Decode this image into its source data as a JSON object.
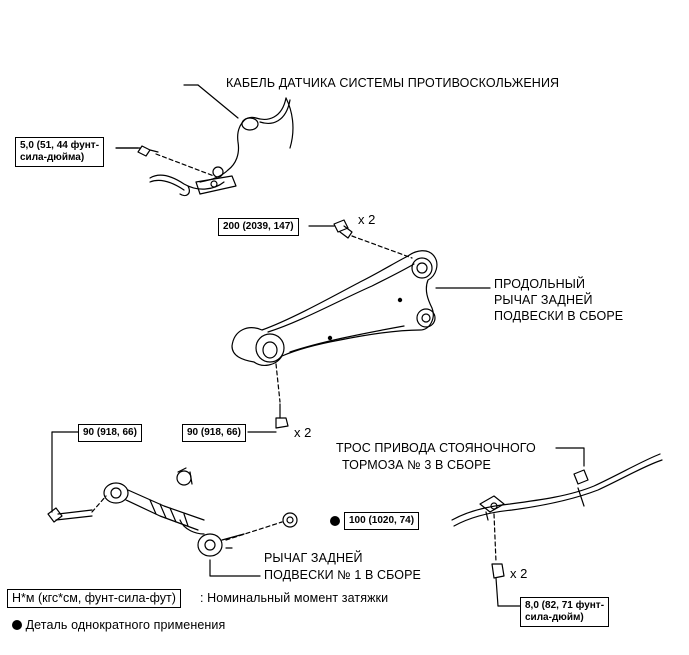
{
  "callouts": {
    "abs_cable": "КАБЕЛЬ ДАТЧИКА СИСТЕМЫ ПРОТИВОСКОЛЬЖЕНИЯ",
    "trailing_arm": [
      "ПРОДОЛЬНЫЙ",
      "РЫЧАГ ЗАДНЕЙ",
      "ПОДВЕСКИ В СБОРЕ"
    ],
    "brake_cable": [
      "ТРОС ПРИВОДА СТОЯНОЧНОГО",
      "ТОРМОЗА № 3 В СБОРЕ"
    ],
    "rear_arm_1": [
      "РЫЧАГ ЗАДНЕЙ",
      "ПОДВЕСКИ № 1 В СБОРЕ"
    ]
  },
  "torques": {
    "abs_bolt": [
      "5,0 (51, 44 фунт-",
      "сила-дюйма)"
    ],
    "arm_front": "200 (2039, 147)",
    "arm_rear": "90 (918, 66)",
    "link_bolt": "90 (918, 66)",
    "link_nut": "100 (1020, 74)",
    "cable_bolt": [
      "8,0 (82, 71 фунт-",
      "сила-дюйм)"
    ]
  },
  "quantities": {
    "arm_front": "x 2",
    "arm_rear": "x 2",
    "cable_bolt": "x 2"
  },
  "legend": {
    "unit": "Н*м (кгс*см, фунт-сила-фут)",
    "unit_desc": ": Номинальный момент затяжки",
    "non_reusable": "Деталь однократного применения"
  }
}
